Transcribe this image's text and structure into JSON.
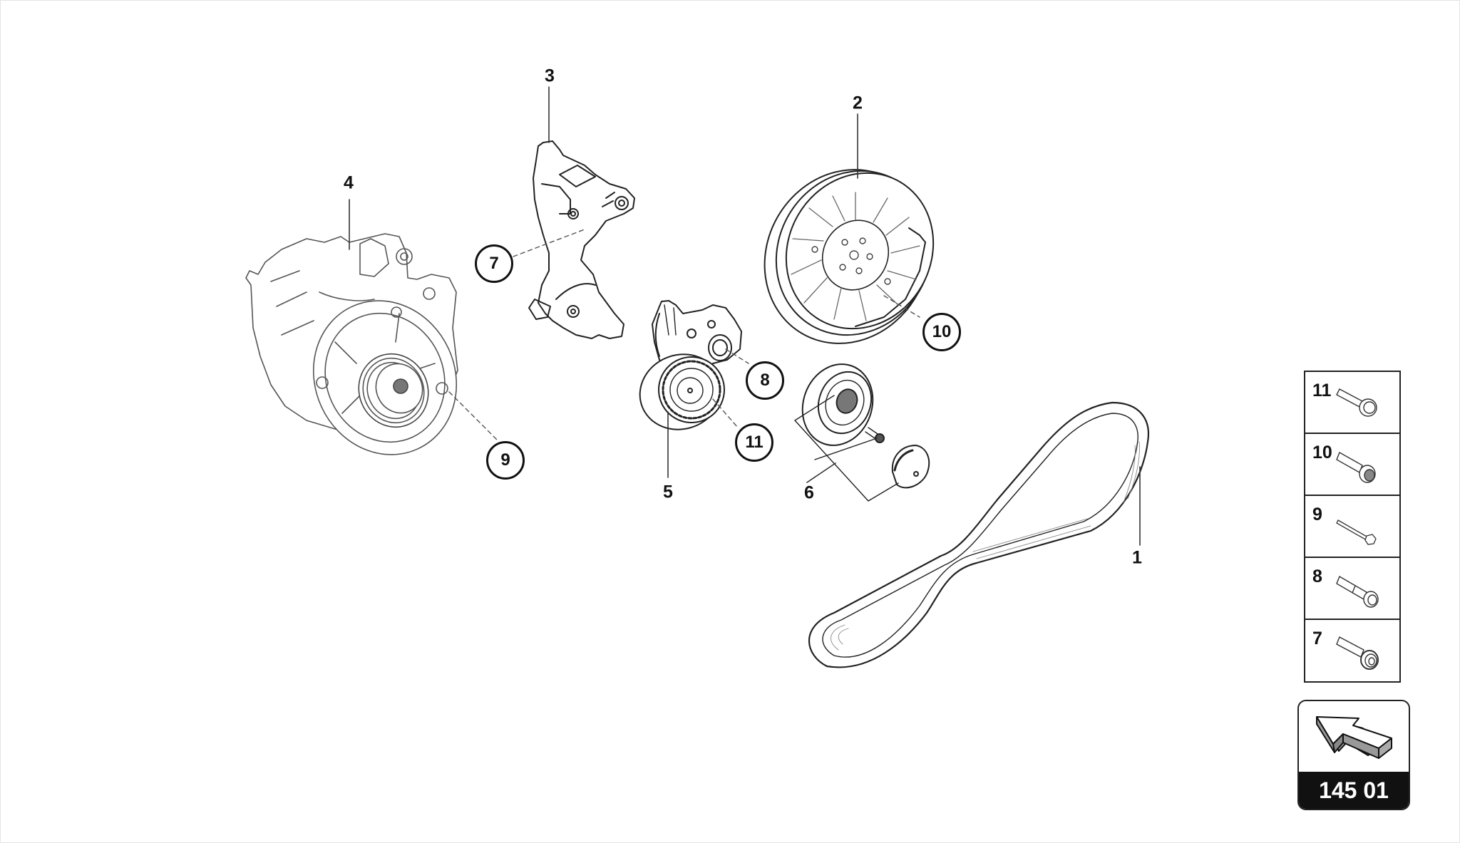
{
  "diagram": {
    "type": "exploded-parts-diagram",
    "subject": "belt drive / alternator assembly",
    "part_labels": [
      {
        "id": "1",
        "part": "ribbed belt"
      },
      {
        "id": "2",
        "part": "crankshaft pulley / vibration damper"
      },
      {
        "id": "3",
        "part": "bracket"
      },
      {
        "id": "4",
        "part": "alternator"
      },
      {
        "id": "5",
        "part": "belt tensioner"
      },
      {
        "id": "6",
        "part": "idler pulley with bolt and cap"
      }
    ],
    "callouts": [
      {
        "id": "7"
      },
      {
        "id": "8"
      },
      {
        "id": "9"
      },
      {
        "id": "10"
      },
      {
        "id": "11"
      }
    ]
  },
  "legend": {
    "title": "fasteners",
    "items": [
      {
        "number": "11",
        "icon": "flange-bolt-icon"
      },
      {
        "number": "10",
        "icon": "socket-head-bolt-icon"
      },
      {
        "number": "9",
        "icon": "hex-bolt-long-icon"
      },
      {
        "number": "8",
        "icon": "socket-bolt-stepped-icon"
      },
      {
        "number": "7",
        "icon": "flange-socket-bolt-icon"
      }
    ]
  },
  "navigation": {
    "icon": "arrow-reference-icon",
    "code": "145 01"
  }
}
